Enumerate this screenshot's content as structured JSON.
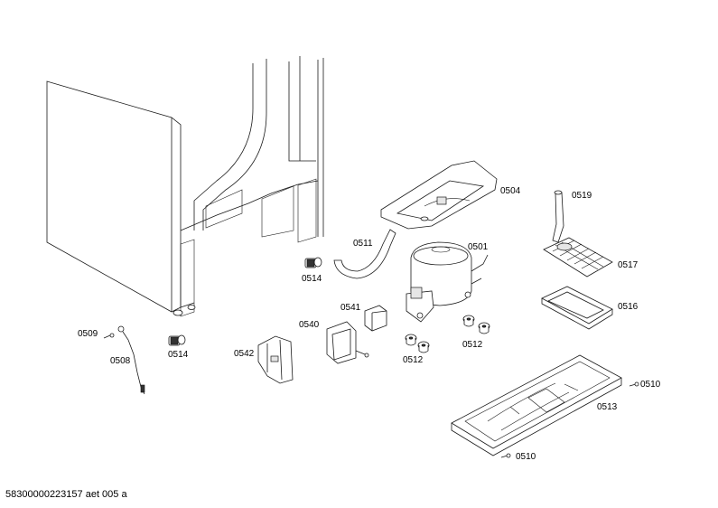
{
  "diagram": {
    "parts": [
      {
        "id": "cabinet",
        "number": ""
      },
      {
        "id": "p0501",
        "number": "0501"
      },
      {
        "id": "p0504",
        "number": "0504"
      },
      {
        "id": "p0508",
        "number": "0508"
      },
      {
        "id": "p0509",
        "number": "0509"
      },
      {
        "id": "p0510a",
        "number": "0510"
      },
      {
        "id": "p0510b",
        "number": "0510"
      },
      {
        "id": "p0511",
        "number": "0511"
      },
      {
        "id": "p0512a",
        "number": "0512"
      },
      {
        "id": "p0512b",
        "number": "0512"
      },
      {
        "id": "p0513",
        "number": "0513"
      },
      {
        "id": "p0514a",
        "number": "0514"
      },
      {
        "id": "p0514b",
        "number": "0514"
      },
      {
        "id": "p0516",
        "number": "0516"
      },
      {
        "id": "p0517",
        "number": "0517"
      },
      {
        "id": "p0519",
        "number": "0519"
      },
      {
        "id": "p0540",
        "number": "0540"
      },
      {
        "id": "p0541",
        "number": "0541"
      },
      {
        "id": "p0542",
        "number": "0542"
      }
    ],
    "footer": "58300000223157 aet 005 a"
  }
}
